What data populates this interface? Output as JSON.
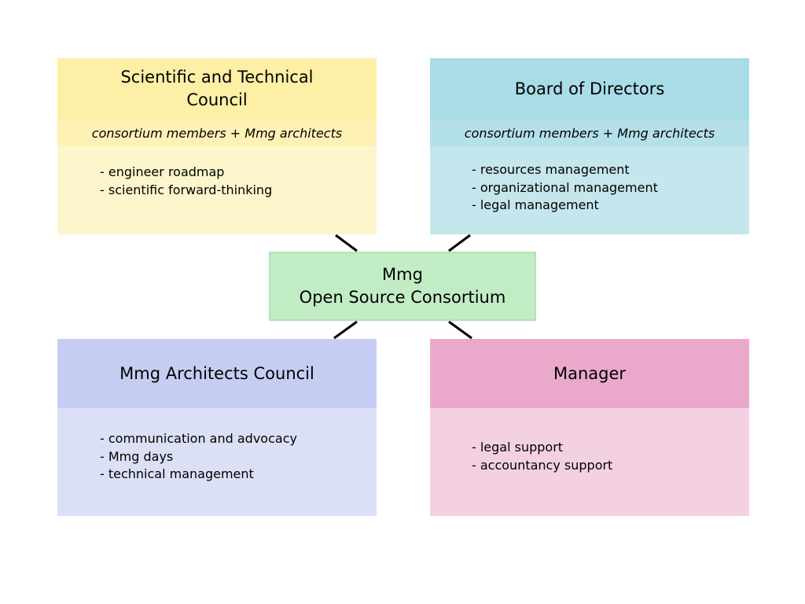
{
  "colors": {
    "sci_head": "#fdefa6",
    "sci_sub": "#fdf1b6",
    "sci_body": "#fdf5cc",
    "board_head": "#a8dce6",
    "board_sub": "#b4e0ea",
    "board_body": "#c5e6ed",
    "center_fill": "#c2ecc4",
    "arch_head": "#c5cdf2",
    "arch_body": "#dbe0f7",
    "mgr_head": "#eaa8ca",
    "mgr_body": "#f4d1e2",
    "connector": "#000000"
  },
  "sci": {
    "title_line1": "Scientific and Technical",
    "title_line2": "Council",
    "subtitle": "consortium members + Mmg architects",
    "items": [
      "- engineer roadmap",
      "- scientific forward-thinking"
    ]
  },
  "board": {
    "title": "Board of Directors",
    "subtitle": "consortium members + Mmg architects",
    "items": [
      "- resources management",
      "- organizational management",
      "- legal management"
    ]
  },
  "center": {
    "line1": "Mmg",
    "line2": "Open Source Consortium"
  },
  "arch": {
    "title": "Mmg Architects Council",
    "items": [
      "- communication and advocacy",
      "- Mmg days",
      "- technical management"
    ]
  },
  "mgr": {
    "title": "Manager",
    "items": [
      "- legal support",
      "- accountancy support"
    ]
  }
}
